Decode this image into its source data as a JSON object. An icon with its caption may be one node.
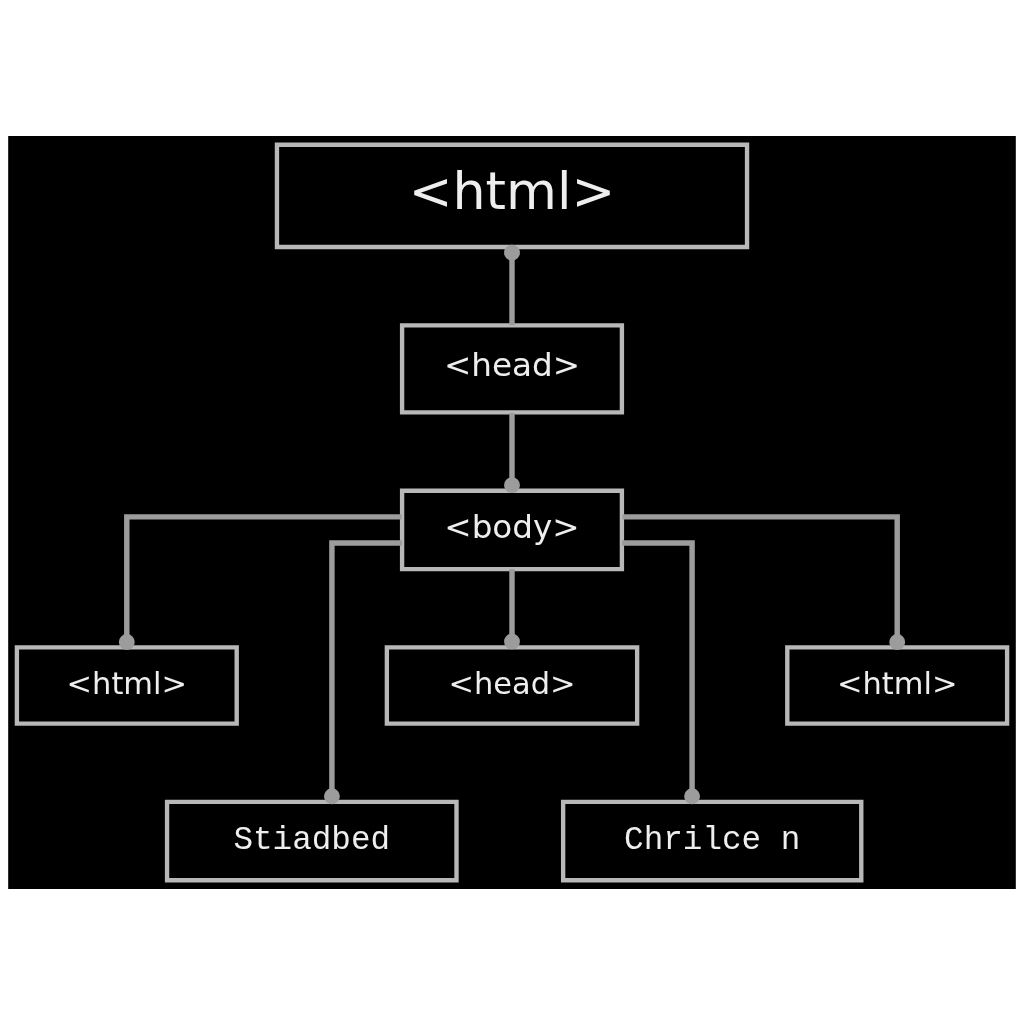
{
  "diagram": {
    "nodes": [
      {
        "text": [
          "<html>"
        ]
      },
      {
        "text": [
          "<head>"
        ]
      },
      {
        "text": [
          "<body>"
        ]
      },
      {
        "text": [
          "<html>"
        ]
      },
      {
        "text": [
          "<head>"
        ]
      },
      {
        "text": [
          "<html>"
        ]
      },
      {
        "text": [
          "Stiadbed"
        ]
      },
      {
        "text": [
          "Chrilce n"
        ]
      }
    ],
    "edges": [
      {
        "from": 1,
        "to": 0,
        "arrow": "other"
      },
      {
        "from": 1,
        "to": 2,
        "arrow": "other"
      },
      {
        "from": 2,
        "to": 3,
        "arrow": "other"
      },
      {
        "from": 2,
        "to": 6,
        "arrow": "other"
      },
      {
        "from": 2,
        "to": 4,
        "arrow": "other"
      },
      {
        "from": 2,
        "to": 7,
        "arrow": "other"
      },
      {
        "from": 2,
        "to": 5,
        "arrow": "other"
      }
    ]
  }
}
